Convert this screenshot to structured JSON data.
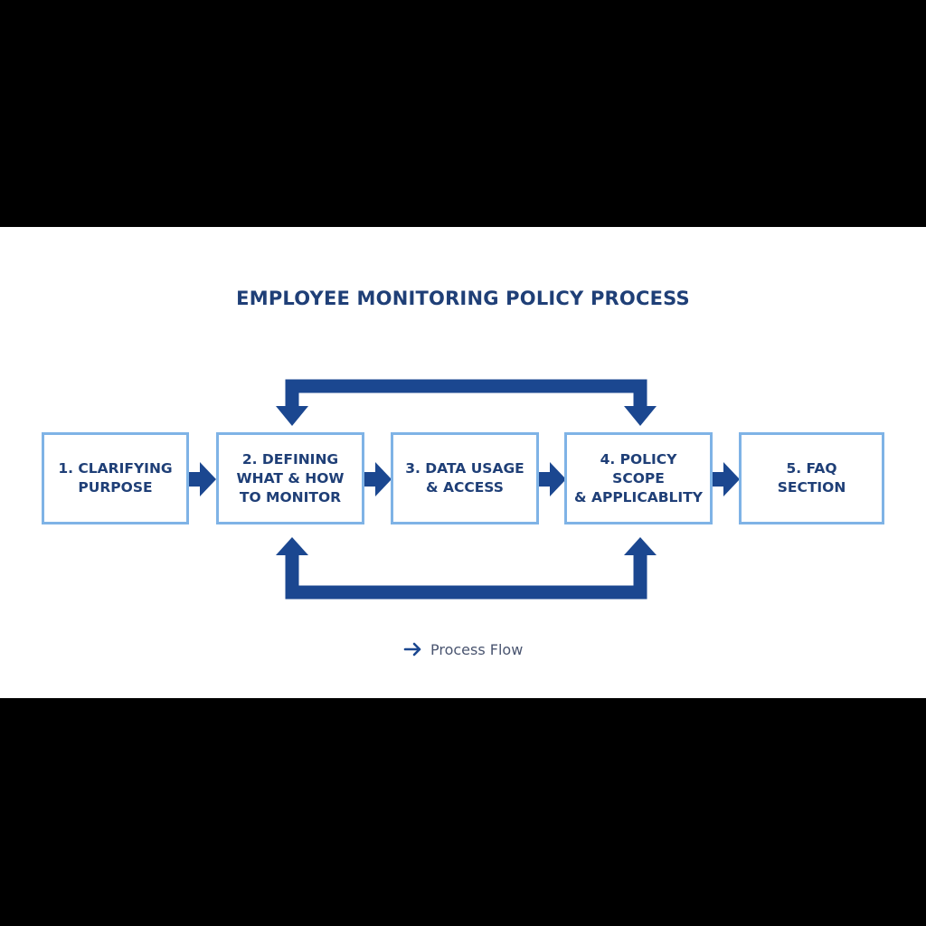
{
  "colors": {
    "background": "#000000",
    "panel": "#ffffff",
    "title": "#1f3f77",
    "box_border": "#7fb3e6",
    "box_text": "#1f3f77",
    "arrow": "#1b4790",
    "legend_text": "#4a5570"
  },
  "diagram": {
    "title": "EMPLOYEE MONITORING POLICY PROCESS",
    "steps": [
      {
        "label": "1. CLARIFYING\nPURPOSE"
      },
      {
        "label": "2. DEFINING\nWHAT & HOW\nTO MONITOR"
      },
      {
        "label": "3. DATA USAGE\n& ACCESS"
      },
      {
        "label": "4. POLICY SCOPE\n& APPLICABLITY"
      },
      {
        "label": "5. FAQ\nSECTION"
      }
    ],
    "connectors": [
      {
        "from": "2. DEFINING WHAT & HOW TO MONITOR",
        "to": "4. POLICY SCOPE & APPLICABLITY",
        "kind": "loop-over-top"
      },
      {
        "from": "4. POLICY SCOPE & APPLICABLITY",
        "to": "2. DEFINING WHAT & HOW TO MONITOR",
        "kind": "loop-under-bottom"
      }
    ],
    "legend": {
      "icon": "arrow-right-icon",
      "label": "Process Flow"
    }
  }
}
